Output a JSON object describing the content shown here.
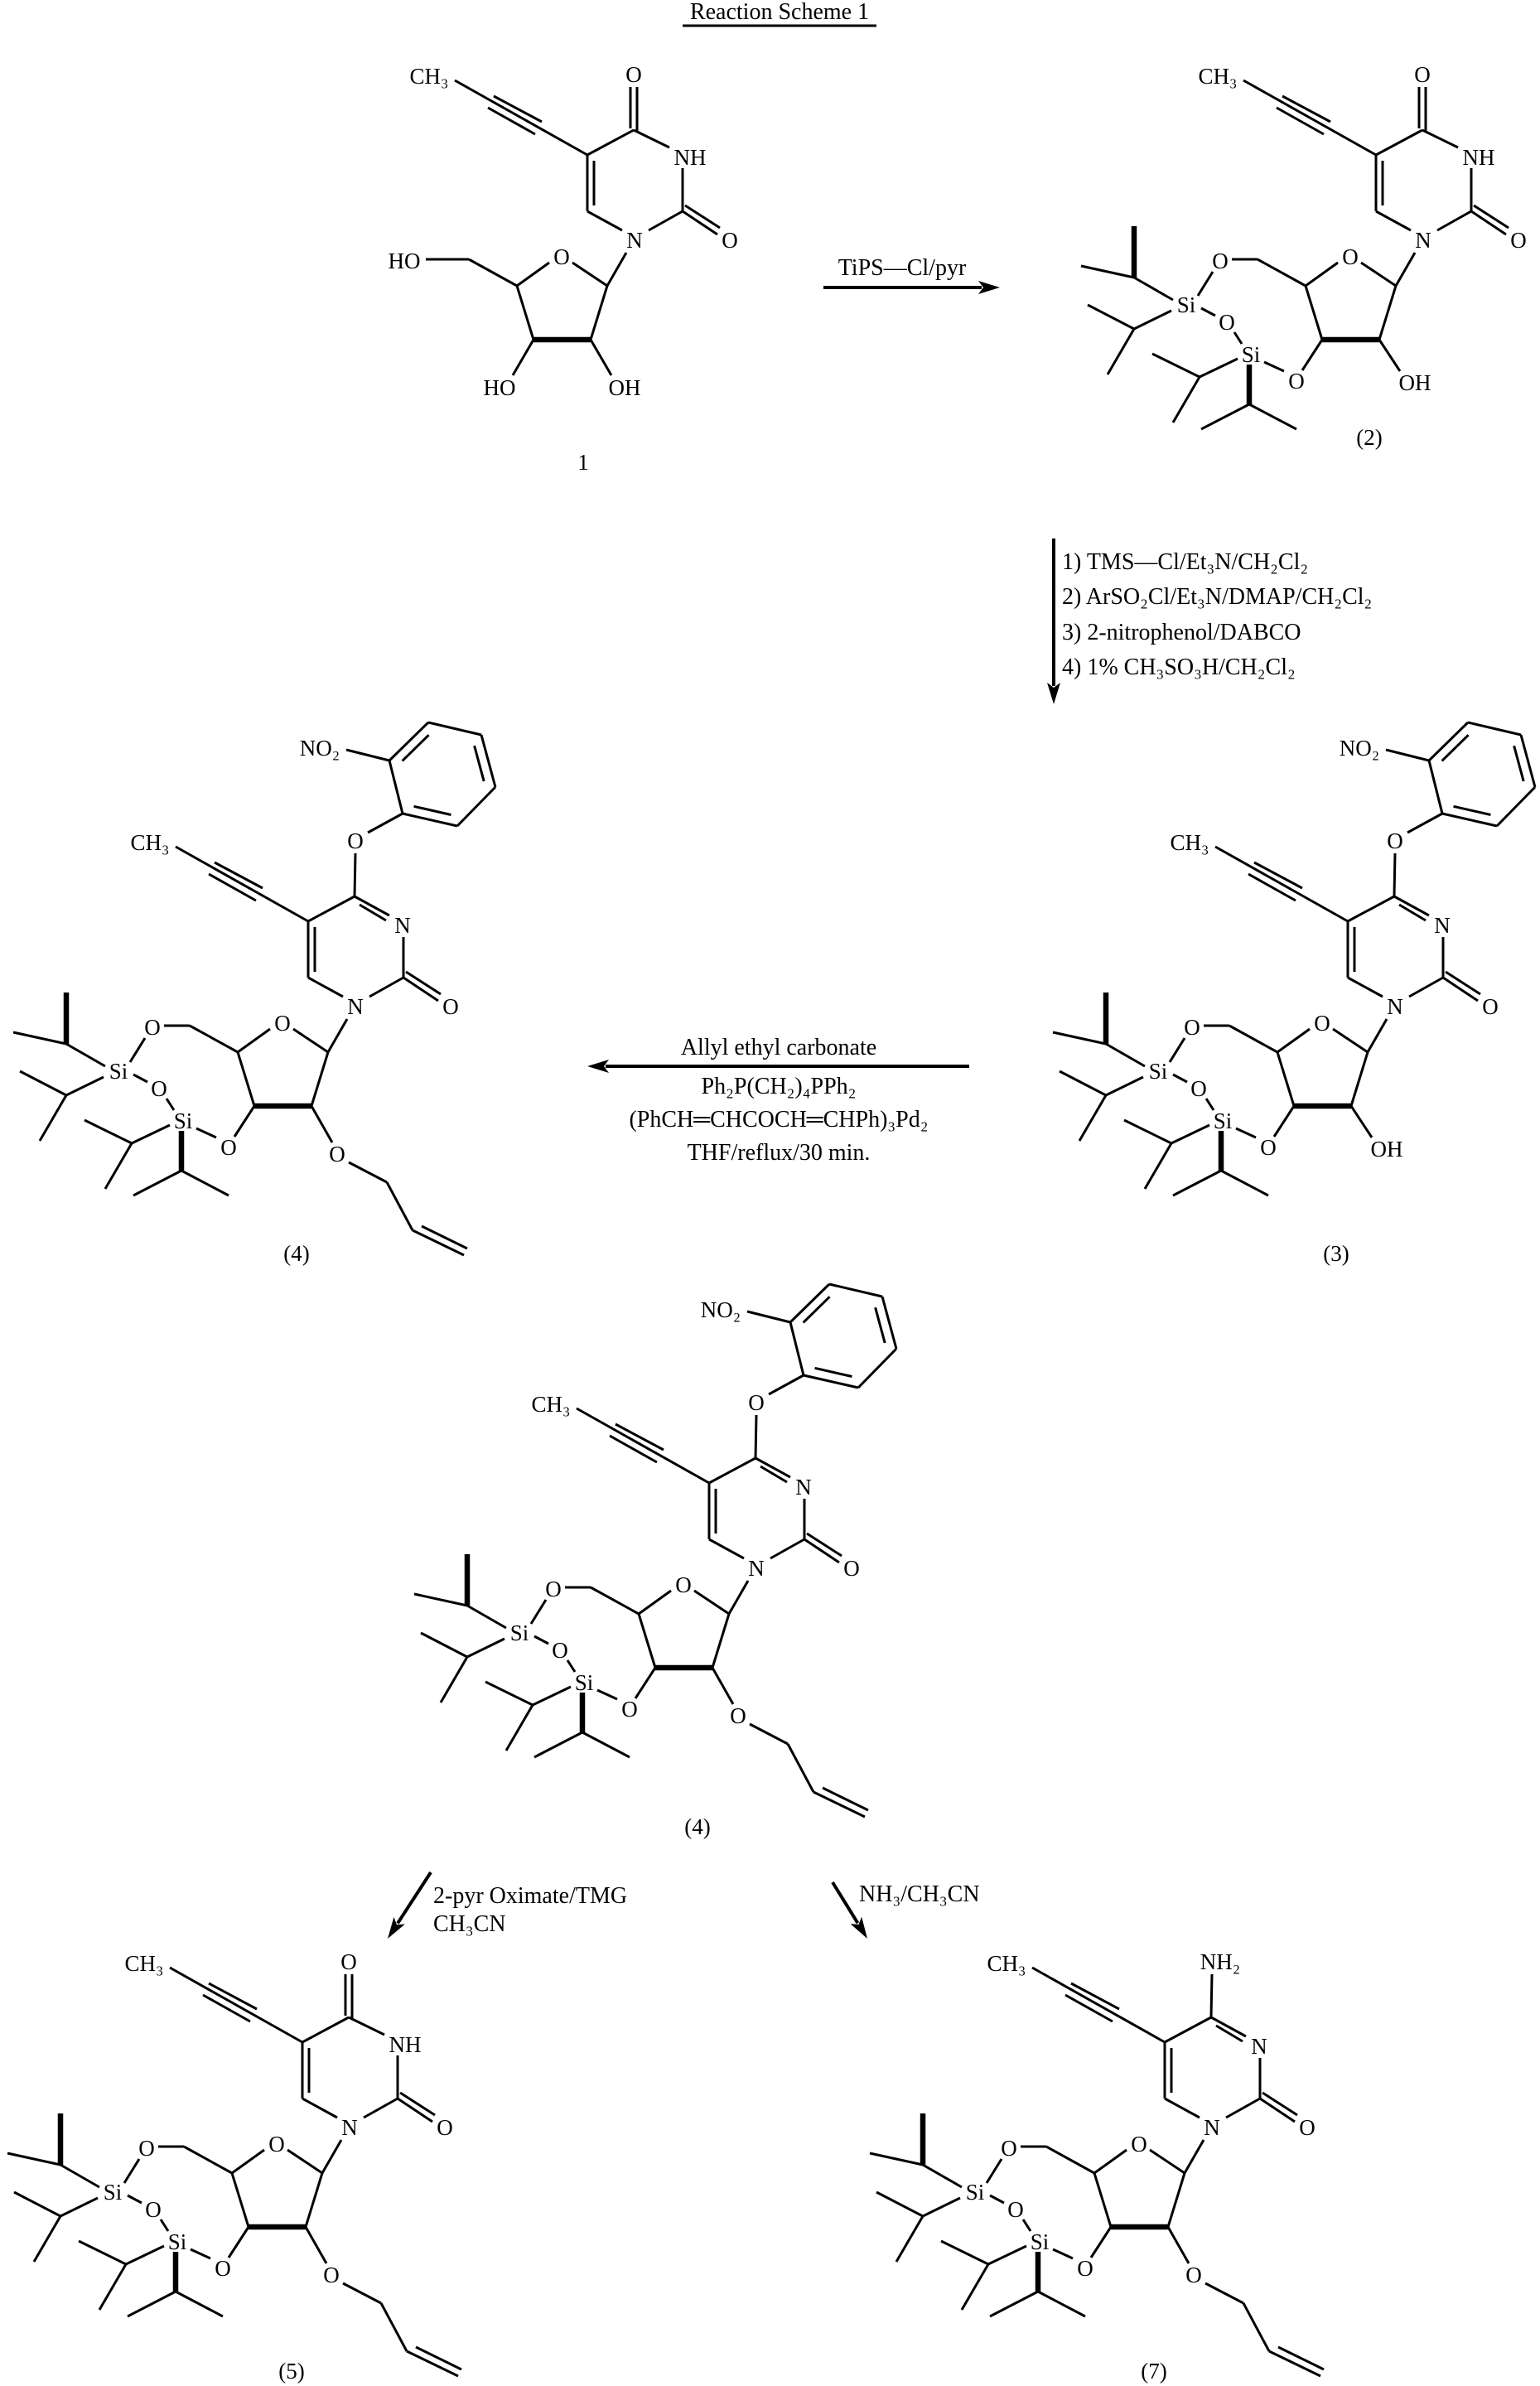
{
  "title": "Reaction Scheme 1",
  "compounds": [
    {
      "id": "compound-1",
      "label": "1",
      "atoms": {
        "ch3": "CH₃",
        "o4": "O",
        "n3": "NH",
        "o2": "O",
        "n1": "N",
        "o4p": "O",
        "o5p": "HO",
        "o3p": "HO",
        "o2p": "OH"
      }
    },
    {
      "id": "compound-2",
      "label": "(2)",
      "atoms": {
        "ch3": "CH₃",
        "o4": "O",
        "n3": "NH",
        "o2": "O",
        "n1": "N",
        "o4p": "O",
        "o5p": "O",
        "si1": "Si",
        "obr": "O",
        "si2": "Si",
        "o3p": "O",
        "o2p": "OH"
      }
    },
    {
      "id": "compound-3",
      "label": "(3)",
      "atoms": {
        "ch3": "CH₃",
        "o4": "O",
        "no2": "NO₂",
        "n3": "N",
        "o2": "O",
        "n1": "N",
        "o4p": "O",
        "o5p": "O",
        "si1": "Si",
        "obr": "O",
        "si2": "Si",
        "o3p": "O",
        "o2p": "OH"
      }
    },
    {
      "id": "compound-4-top",
      "label": "(4)",
      "atoms": {
        "ch3": "CH₃",
        "o4": "O",
        "no2": "NO₂",
        "n3": "N",
        "o2": "O",
        "n1": "N",
        "o4p": "O",
        "o5p": "O",
        "si1": "Si",
        "obr": "O",
        "si2": "Si",
        "o3p": "O",
        "o2p": "O"
      }
    },
    {
      "id": "compound-4-middle",
      "label": "(4)",
      "atoms": {
        "ch3": "CH₃",
        "o4": "O",
        "no2": "NO₂",
        "n3": "N",
        "o2": "O",
        "n1": "N",
        "o4p": "O",
        "o5p": "O",
        "si1": "Si",
        "obr": "O",
        "si2": "Si",
        "o3p": "O",
        "o2p": "O"
      }
    },
    {
      "id": "compound-5",
      "label": "(5)",
      "atoms": {
        "ch3": "CH₃",
        "o4": "O",
        "n3": "NH",
        "o2": "O",
        "n1": "N",
        "o4p": "O",
        "o5p": "O",
        "si1": "Si",
        "obr": "O",
        "si2": "Si",
        "o3p": "O",
        "o2p": "O"
      }
    },
    {
      "id": "compound-7",
      "label": "(7)",
      "atoms": {
        "ch3": "CH₃",
        "o4": "NH₂",
        "n3": "N",
        "o2": "O",
        "n1": "N",
        "o4p": "O",
        "o5p": "O",
        "si1": "Si",
        "obr": "O",
        "si2": "Si",
        "o3p": "O",
        "o2p": "O"
      }
    }
  ],
  "reactions": [
    {
      "id": "step-1-to-2",
      "conditions": [
        "TiPS—Cl/pyr"
      ]
    },
    {
      "id": "step-2-to-3",
      "conditions": [
        "1)  TMS—Cl/Et₃N/CH₂Cl₂",
        "2)  ArSO₂Cl/Et₃N/DMAP/CH₂Cl₂",
        "3)  2-nitrophenol/DABCO",
        "4)  1% CH₃SO₃H/CH₂Cl₂"
      ]
    },
    {
      "id": "step-3-to-4",
      "conditions": [
        "Allyl ethyl carbonate",
        "Ph₂P(CH₂)₄PPh₂",
        "(PhCH═CHCOCH═CHPh)₃Pd₂",
        "THF/reflux/30 min."
      ]
    },
    {
      "id": "step-4-to-5",
      "conditions": [
        "2-pyr Oximate/TMG",
        "CH₃CN"
      ]
    },
    {
      "id": "step-4-to-7",
      "conditions": [
        "NH₃/CH₃CN"
      ]
    }
  ]
}
